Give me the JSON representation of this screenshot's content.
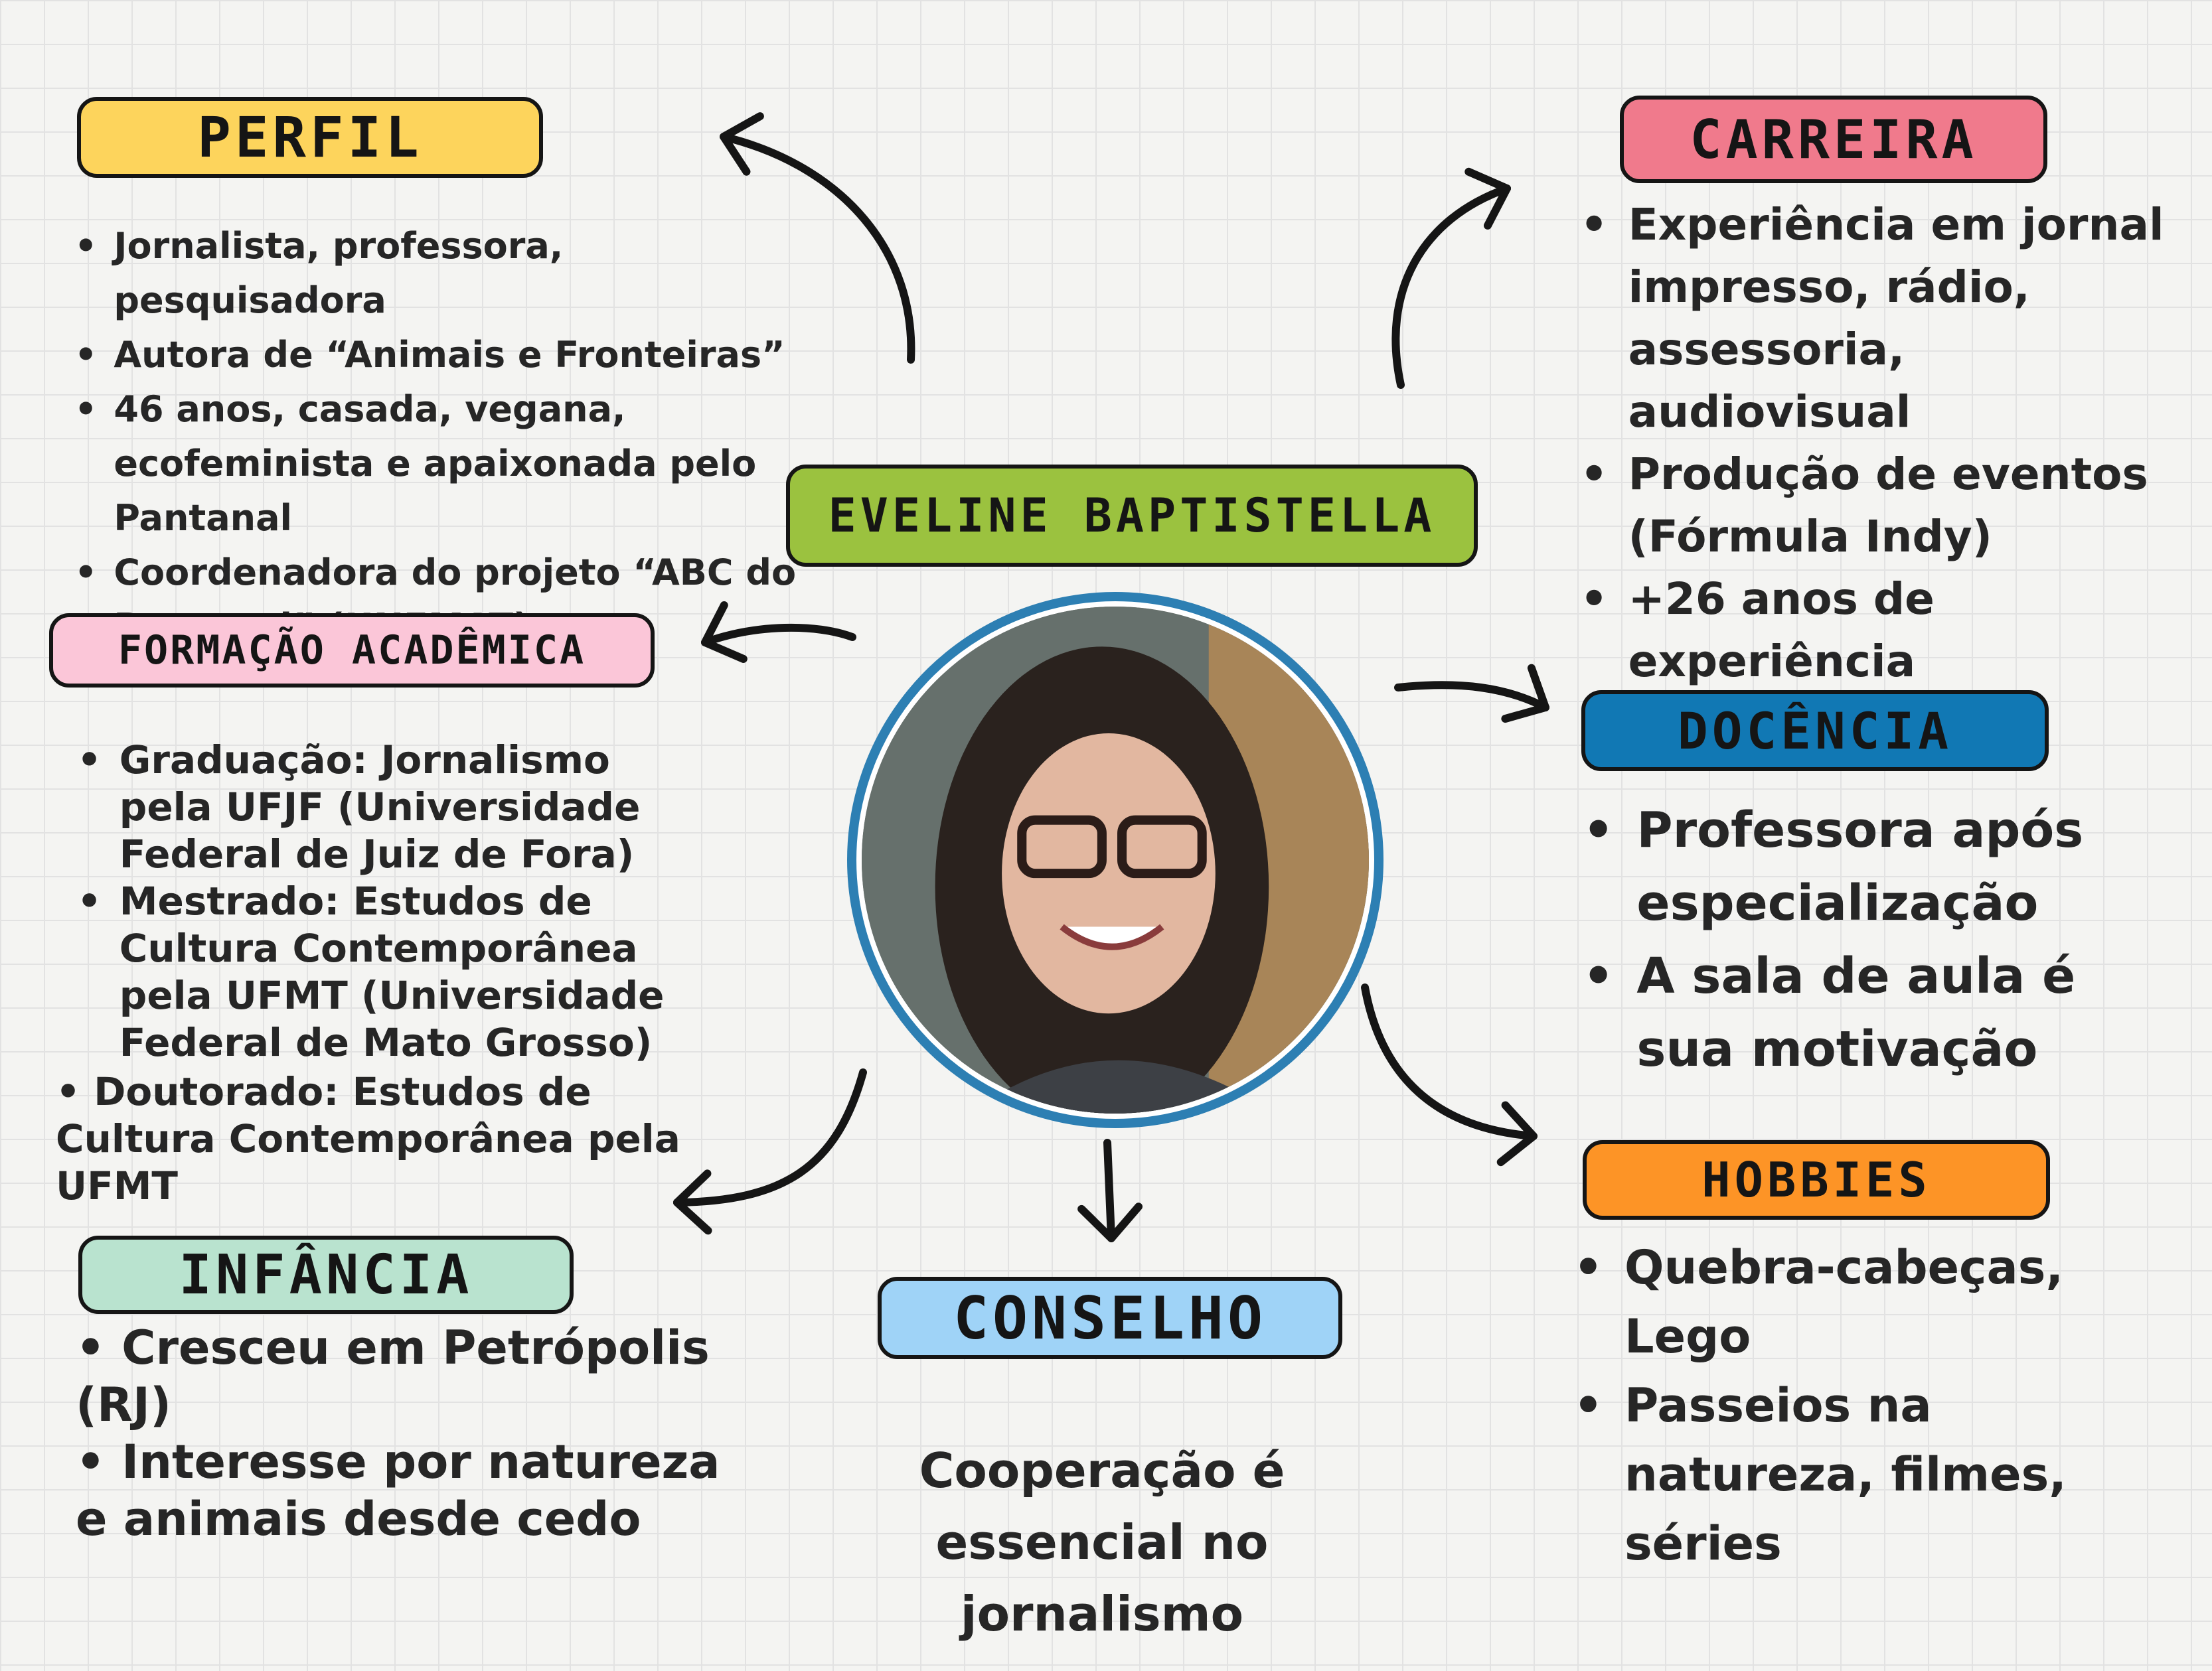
{
  "name": "Eveline Baptistella",
  "colors": {
    "perfil": "#fdd45c",
    "carreira": "#f07a8c",
    "name": "#9bc23f",
    "formacao": "#fbc6d8",
    "docencia": "#1178b4",
    "hobbies": "#fd9426",
    "infancia": "#b9e3cf",
    "conselho": "#9fd3f7",
    "photo_ring": "#2d7fb3"
  },
  "perfil": {
    "title": "Perfil",
    "items": [
      "Jornalista, professora, pesquisadora",
      "Autora de “Animais e Fronteiras”",
      "46 anos, casada, vegana, ecofeminista e apaixonada pelo Pantanal",
      "Coordenadora do projeto “ABC do Pantanal” (UNEMAT)"
    ]
  },
  "carreira": {
    "title": "Carreira",
    "items": [
      "Experiência em jornal impresso, rádio, assessoria, audiovisual",
      "Produção de eventos (Fórmula Indy)",
      "+26 anos de experiência"
    ]
  },
  "formacao": {
    "title": "Formação Acadêmica",
    "items": [
      "Graduação: Jornalismo pela UFJF (Universidade Federal de Juiz de Fora)",
      "Mestrado: Estudos de Cultura Contemporânea pela UFMT (Universidade Federal de Mato Grosso)"
    ],
    "doutorado": "• Doutorado: Estudos de Cultura Contemporânea pela UFMT"
  },
  "docencia": {
    "title": "Docência",
    "items": [
      "Professora após especialização",
      "A sala de aula é sua motivação"
    ]
  },
  "infancia": {
    "title": "Infância",
    "lines": [
      "• Cresceu em Petrópolis (RJ)",
      "• Interesse por natureza e animais desde cedo"
    ]
  },
  "conselho": {
    "title": "Conselho",
    "text": "Cooperação é essencial no jornalismo"
  },
  "hobbies": {
    "title": "Hobbies",
    "items": [
      "Quebra-cabeças, Lego",
      "Passeios na natureza, filmes, séries"
    ]
  },
  "icons": {
    "photo": "portrait-photo",
    "arrows": "curved-arrow-icon"
  }
}
